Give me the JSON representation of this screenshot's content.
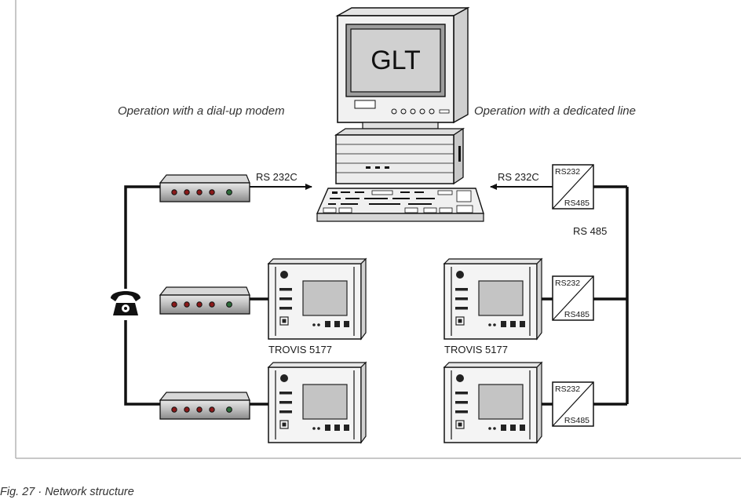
{
  "computer": {
    "screen_text": "GLT"
  },
  "labels": {
    "left_mode": "Operation with a dial-up modem",
    "right_mode": "Operation with a dedicated line",
    "left_interface": "RS 232C",
    "right_interface": "RS 232C",
    "bus": "RS 485",
    "controller_left": "TROVIS 5177",
    "controller_right": "TROVIS 5177"
  },
  "converter": {
    "top": "RS232",
    "bottom": "RS485"
  },
  "caption": "Fig. 27 · Network structure"
}
